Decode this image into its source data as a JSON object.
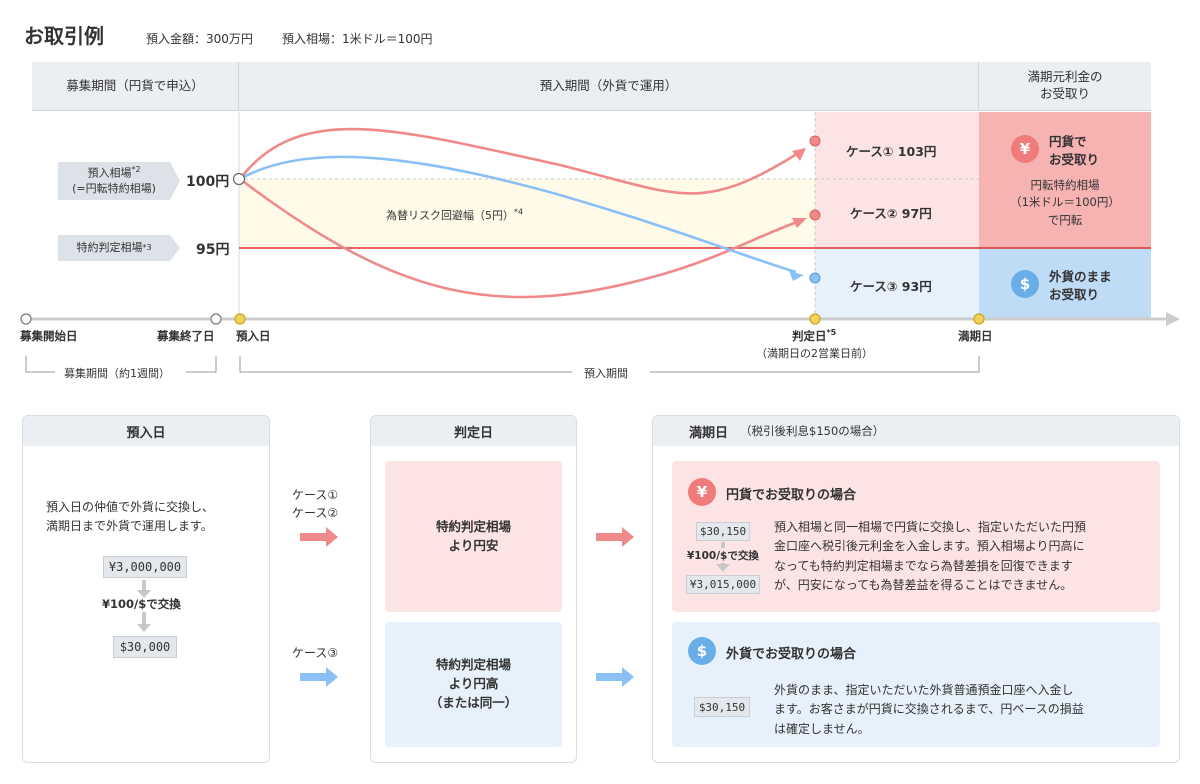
{
  "title": "お取引例",
  "deposit_amount": "預入金額：300万円",
  "deposit_rate": "預入相場：1米ドル＝100円",
  "headers": {
    "period_apply": "募集期間（円貨で申込）",
    "period_deposit": "預入期間（外貨で運用）",
    "maturity_receive": "満期元利金の\nお受取り"
  },
  "labels": {
    "deposit_rate": "預入相場",
    "deposit_rate_note": "*2",
    "deposit_rate_sub": "(=円転特約相場)",
    "judge_rate": "特約判定相場",
    "judge_rate_note": "*3",
    "level_100": "100円",
    "level_95": "95円",
    "hedge_range": "為替リスク回避幅（5円）",
    "hedge_range_note": "*4"
  },
  "cases": {
    "c1": "ケース① 103円",
    "c2": "ケース② 97円",
    "c3": "ケース③ 93円"
  },
  "receive": {
    "yen_title": "円貨で\nお受取り",
    "yen_desc": "円転特約相場\n（1米ドル＝100円）\nで円転",
    "usd_title": "外貨のまま\nお受取り"
  },
  "timeline": {
    "start": "募集開始日",
    "end": "募集終了日",
    "deposit_day": "預入日",
    "judge_day": "判定日",
    "judge_note": "*5",
    "judge_sub": "（満期日の2営業日前）",
    "maturity": "満期日",
    "period_apply": "募集期間（約1週間）",
    "period_deposit": "預入期間"
  },
  "box1": {
    "header": "預入日",
    "text": "預入日の仲値で外貨に交換し、\n満期日まで外貨で運用します。",
    "yen_amount": "¥3,000,000",
    "exchange": "¥100/$で交換",
    "usd_amount": "$30,000"
  },
  "mid": {
    "case12": "ケース①\nケース②",
    "case3": "ケース③"
  },
  "box2": {
    "header": "判定日",
    "upper": "特約判定相場\nより円安",
    "lower": "特約判定相場\nより円高\n（または同一）"
  },
  "box3": {
    "header": "満期日",
    "header_sub": "（税引後利息$150の場合）",
    "yen_title": "円貨でお受取りの場合",
    "yen_from": "$30,150",
    "yen_exchange": "¥100/$で交換",
    "yen_to": "¥3,015,000",
    "yen_text": "預入相場と同一相場で円貨に交換し、指定いただいた円預\n金口座へ税引後元利金を入金します。預入相場より円高に\nなっても特約判定相場までなら為替差損を回復できます\nが、円安になっても為替差益を得ることはできません。",
    "usd_title": "外貨でお受取りの場合",
    "usd_amount": "$30,150",
    "usd_text": "外貨のまま、指定いただいた外貨普通預金口座へ入金し\nます。お客さまが円貨に交換されるまで、円ベースの損益\nは確定しません。"
  },
  "icons": {
    "yen": "¥",
    "dollar": "$"
  },
  "colors": {
    "red_line": "#f08a8a",
    "blue_line": "#8ac0f5",
    "judge_line": "#e03030",
    "yen_bg": "#f7b2b2",
    "usd_bg": "#bfdcf7",
    "yen_icon": "#ef7b7b",
    "usd_icon": "#6aaee8",
    "highlight": "#fffbe8"
  }
}
